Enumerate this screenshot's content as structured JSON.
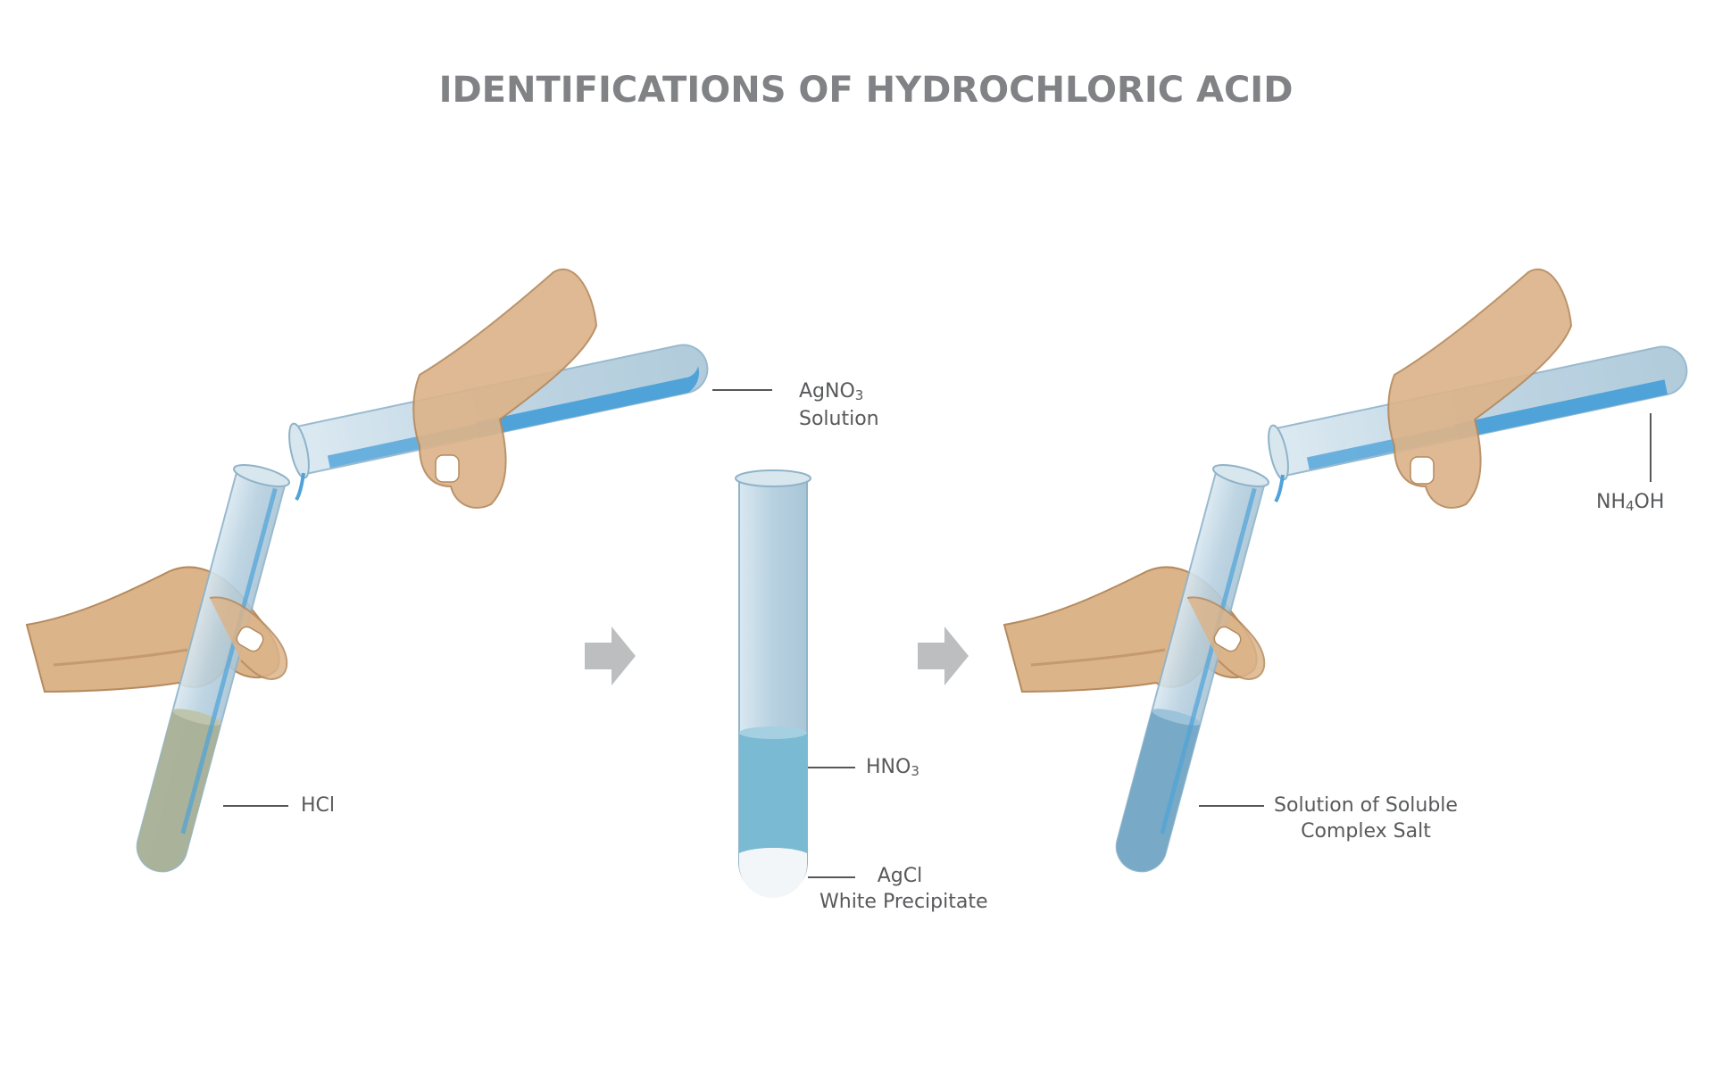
{
  "title": "IDENTIFICATIONS OF HYDROCHLORIC ACID",
  "colors": {
    "title": "#808285",
    "label_text": "#58595b",
    "skin": "#dcb48a",
    "skin_shadow": "#c49a6e",
    "glass": "#bcd4e2",
    "glass_edge": "#8fb3c9",
    "hcl_liquid": "#a9b096",
    "blue_reagent": "#4fa3d9",
    "hno3_liquid": "#7bbad3",
    "complex_salt_liquid": "#78aac7",
    "precipitate": "#f2f6f8",
    "arrow": "#bcbec0"
  },
  "labels": {
    "agno3": {
      "formula": "AgNO",
      "subscript": "3",
      "line2": "Solution"
    },
    "hcl": "HCl",
    "hno3": {
      "formula": "HNO",
      "subscript": "3"
    },
    "agcl": {
      "line1": "AgCl",
      "line2": "White Precipitate"
    },
    "nh4oh": {
      "pre": "NH",
      "subscript": "4",
      "post": "OH"
    },
    "complex_salt": {
      "line1": "Solution of Soluble",
      "line2": "Complex Salt"
    }
  },
  "icons": {
    "hand": "hand-icon",
    "test_tube": "test-tube-icon",
    "arrow": "arrow-right-icon"
  }
}
